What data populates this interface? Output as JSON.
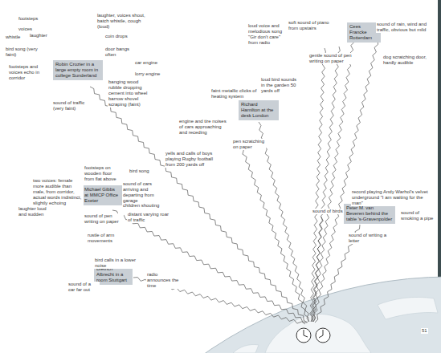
{
  "diagram": {
    "nodes": [
      {
        "text": [
          "Robin Crozier in a large empty room in college Sunderland"
        ]
      },
      {
        "text": [
          "Cees Francke Rotterdam"
        ]
      },
      {
        "text": [
          "Richard Hamilton at the desk London"
        ]
      },
      {
        "text": [
          "Michael Gibbs at MMCP Office Exeter"
        ]
      },
      {
        "text": [
          "Peter M. van Beveren behind the table 's-Gravenpolder"
        ]
      },
      {
        "text": [
          "Dietrich Albrecht in a room Stuttgart"
        ]
      }
    ],
    "labels": [
      "footsteps",
      "voices",
      "whistle",
      "laughter",
      "laughter, voices shout, batch whistle, cough (loud)",
      "coin drops",
      "car engine",
      "bird song (very faint)",
      "door bangs often",
      "lorry engine",
      "footsteps and voices echo in corridor",
      "banging wood rubble dropping cement into wheel barrow shovel scraping (faint)",
      "sound of traffic (very faint)",
      "loud voice and melodious song \"Gir don't care\" from radio",
      "soft sound of piano from upstairs",
      "gentle sound of pen writing on paper",
      "sound of rain, wind and traffic, obvious but mild",
      "dog scratching door, hardly audible",
      "faint metallic clicks of heating system",
      "loud bird sounds in the garden 50 yards off",
      "engine and tire noises of cars approaching and receding",
      "pen scratching on paper",
      "yells and calls of boys playing Rugby football from 200 yards off",
      "two voices: female more audible than male, from corridor, actual words indistinct, slightly echoing",
      "footsteps on wooden floor from flat above",
      "bird song",
      "sound of cars arriving and departing from garage",
      "children shouting",
      "laughter loud and sudden",
      "sound of pen writing on paper",
      "distant varying roar of traffic",
      "rustle of arm movements",
      "record playing Andy Warhol's velvet underground \"I am waiting for the man\"",
      "sound of birds",
      "sound of smoking a pipe",
      "sound of writing a letter",
      "bird calls in a lower noise",
      "sound of a car far out",
      "radio announces the time",
      "51"
    ]
  }
}
